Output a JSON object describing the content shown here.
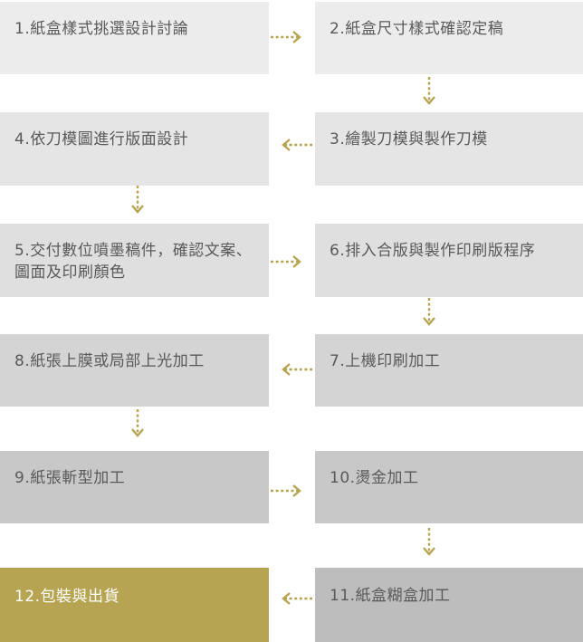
{
  "flow": {
    "accent_color": "#b6a452",
    "steps": [
      {
        "label": "1.紙盒樣式挑選設計討論",
        "bg": "#ececec"
      },
      {
        "label": "2.紙盒尺寸樣式確認定稿",
        "bg": "#ececec"
      },
      {
        "label": "3.繪製刀模與製作刀模",
        "bg": "#e5e5e5"
      },
      {
        "label": "4.依刀模圖進行版面設計",
        "bg": "#e5e5e5"
      },
      {
        "label": "5.交付數位噴墨稿件，確認文案、圖面及印刷顏色",
        "bg": "#dfdfdf"
      },
      {
        "label": "6.排入合版與製作印刷版程序",
        "bg": "#dfdfdf"
      },
      {
        "label": "7.上機印刷加工",
        "bg": "#d4d4d4"
      },
      {
        "label": "8.紙張上膜或局部上光加工",
        "bg": "#d4d4d4"
      },
      {
        "label": "9.紙張斬型加工",
        "bg": "#c8c8c8"
      },
      {
        "label": "10.燙金加工",
        "bg": "#c8c8c8"
      },
      {
        "label": "11.紙盒糊盒加工",
        "bg": "#bdbdbd"
      },
      {
        "label": "12.包裝與出貨",
        "bg": "#b6a452",
        "color": "#ffffff"
      }
    ]
  }
}
